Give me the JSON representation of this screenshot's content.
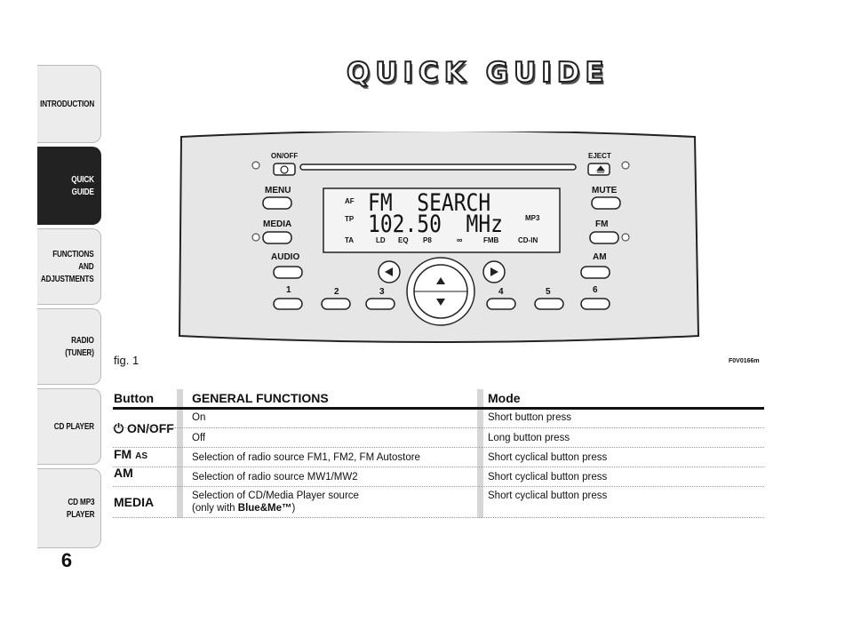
{
  "side_tabs": [
    {
      "label": "INTRODUCTION",
      "active": false
    },
    {
      "label": "QUICK\nGUIDE",
      "active": true
    },
    {
      "label": "FUNCTIONS\nAND\nADJUSTMENTS",
      "active": false
    },
    {
      "label": "RADIO\n(TUNER)",
      "active": false
    },
    {
      "label": "CD PLAYER",
      "active": false
    },
    {
      "label": "CD MP3\nPLAYER",
      "active": false
    }
  ],
  "page_number": "6",
  "title": "QUICK GUIDE",
  "figure": {
    "label": "fig. 1",
    "code": "F0V0166m",
    "radio": {
      "buttons": {
        "on_off": "ON/OFF",
        "menu": "MENU",
        "media": "MEDIA",
        "audio": "AUDIO",
        "eject": "EJECT",
        "mute": "MUTE",
        "fm": "FM",
        "am": "AM",
        "presets": [
          "1",
          "2",
          "3",
          "4",
          "5",
          "6"
        ]
      },
      "display": {
        "line1": "FM  SEARCH",
        "line2": "102.50  MHz",
        "af": "AF",
        "tp": "TP",
        "ta": "TA",
        "ld": "LD",
        "eq": "EQ",
        "p8": "P8",
        "fmb": "FMB",
        "mp3": "MP3",
        "cdin": "CD-IN"
      }
    }
  },
  "table": {
    "headers": {
      "button": "Button",
      "functions": "GENERAL FUNCTIONS",
      "mode": "Mode"
    },
    "rows": [
      {
        "button": "ON/OFF",
        "button_sub": "",
        "function": "On",
        "mode": "Short button press"
      },
      {
        "button": "",
        "button_sub": "",
        "function": "Off",
        "mode": "Long button press"
      },
      {
        "button": "FM",
        "button_sub": "AS",
        "function": "Selection of radio source FM1, FM2, FM Autostore",
        "mode": "Short cyclical button press"
      },
      {
        "button": "AM",
        "button_sub": "",
        "function": "Selection of radio source MW1/MW2",
        "mode": "Short cyclical button press"
      },
      {
        "button": "MEDIA",
        "button_sub": "",
        "function": "Selection of CD/Media Player source",
        "function_line2_pre": "(only with ",
        "function_line2_bold": "Blue&Me™",
        "function_line2_post": ")",
        "mode": "Short cyclical button press"
      }
    ]
  }
}
